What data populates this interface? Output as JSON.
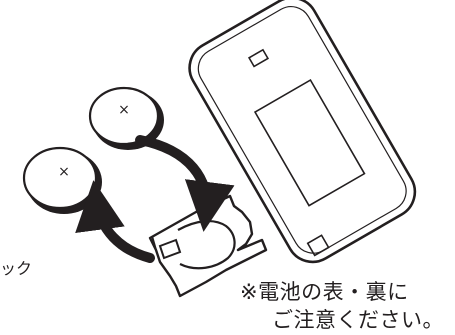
{
  "colors": {
    "line": "#231f20",
    "fill": "#ffffff",
    "background": "#ffffff"
  },
  "labels": {
    "edge_fragment": "ック",
    "note_line1": "※電池の表・裏に",
    "note_line2": "ご注意ください。"
  },
  "icons": {
    "battery_polarity_mark": "×"
  }
}
